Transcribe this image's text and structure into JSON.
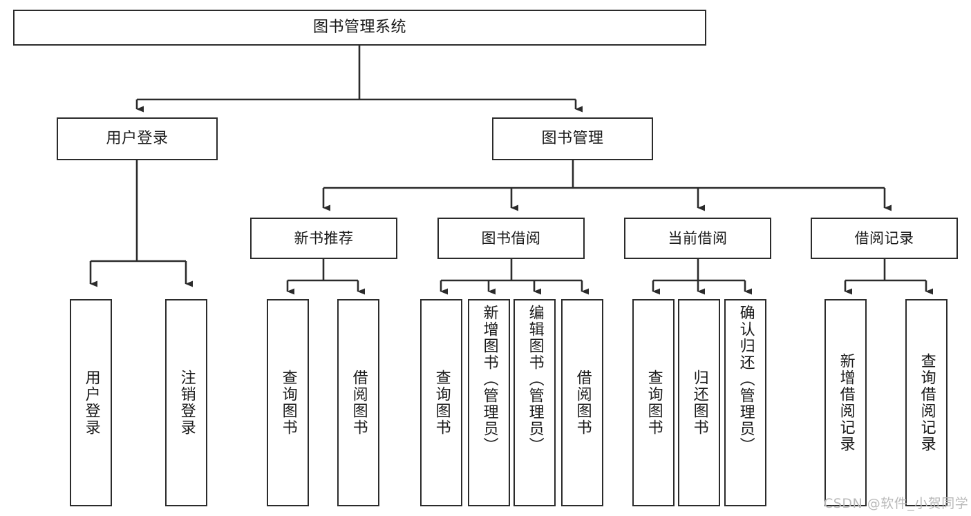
{
  "diagram": {
    "title": "图书管理系统",
    "type": "tree-hierarchy-diagram",
    "root": {
      "id": "root",
      "label": "图书管理系统"
    },
    "level2": [
      {
        "id": "user-login",
        "label": "用户登录"
      },
      {
        "id": "book-manage",
        "label": "图书管理"
      }
    ],
    "level3": [
      {
        "id": "new-book-recommend",
        "label": "新书推荐",
        "parent": "book-manage"
      },
      {
        "id": "book-borrow",
        "label": "图书借阅",
        "parent": "book-manage"
      },
      {
        "id": "current-borrow",
        "label": "当前借阅",
        "parent": "book-manage"
      },
      {
        "id": "borrow-record",
        "label": "借阅记录",
        "parent": "book-manage"
      }
    ],
    "leaves": [
      {
        "id": "leaf-user-login",
        "label": "用户登录",
        "parent": "user-login"
      },
      {
        "id": "leaf-logout-login",
        "label": "注销登录",
        "parent": "user-login"
      },
      {
        "id": "leaf-query-book-1",
        "label": "查询图书",
        "parent": "new-book-recommend"
      },
      {
        "id": "leaf-borrow-book-1",
        "label": "借阅图书",
        "parent": "new-book-recommend"
      },
      {
        "id": "leaf-query-book-2",
        "label": "查询图书",
        "parent": "book-borrow"
      },
      {
        "id": "leaf-add-book",
        "label": "新增图书（管理员）",
        "parent": "book-borrow"
      },
      {
        "id": "leaf-edit-book",
        "label": "编辑图书（管理员）",
        "parent": "book-borrow"
      },
      {
        "id": "leaf-borrow-book-2",
        "label": "借阅图书",
        "parent": "book-borrow"
      },
      {
        "id": "leaf-query-book-3",
        "label": "查询图书",
        "parent": "current-borrow"
      },
      {
        "id": "leaf-return-book",
        "label": "归还图书",
        "parent": "current-borrow"
      },
      {
        "id": "leaf-confirm-return",
        "label": "确认归还（管理员）",
        "parent": "current-borrow"
      },
      {
        "id": "leaf-add-borrow-record",
        "label": "新增借阅记录",
        "parent": "borrow-record"
      },
      {
        "id": "leaf-query-borrow-record",
        "label": "查询借阅记录",
        "parent": "borrow-record"
      }
    ],
    "colors": {
      "border": "#2b2b2b",
      "background": "#ffffff",
      "text": "#1a1a1a",
      "edge": "#2b2b2b",
      "watermark": "#b9b9b9"
    }
  },
  "watermark": {
    "text": "CSDN @软件_小贺同学"
  }
}
